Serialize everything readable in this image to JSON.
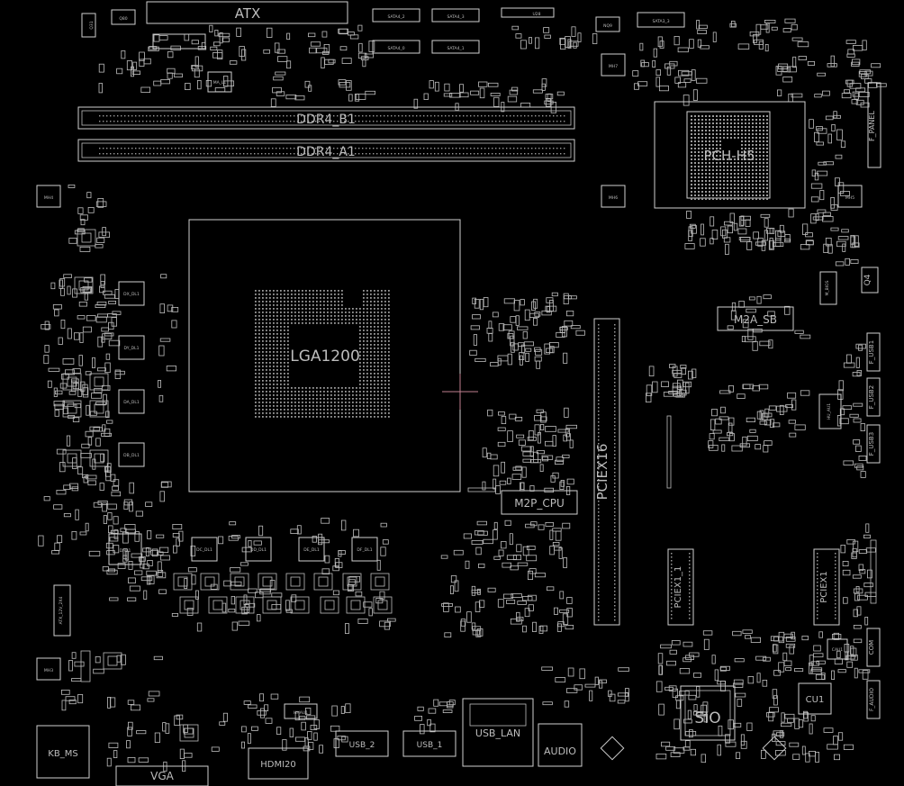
{
  "colors": {
    "background": "#000000",
    "outline": "#cfcfcf",
    "text": "#bcbcbc",
    "crosshair": "#c08090"
  },
  "labels": {
    "atx": "ATX",
    "sata4_2": "SATA4_2",
    "sata4_3": "SATA4_3",
    "sata4_0": "SATA4_0",
    "sata4_1": "SATA4_1",
    "sata3_3": "SATA3_3",
    "q31": "Q31",
    "q80": "Q80",
    "q35": "Q35",
    "q4_top": "U28",
    "nq9": "NQ9",
    "mh7": "MH7",
    "mh6": "MH6",
    "mh4": "MH4",
    "mh5": "MH5",
    "mh3": "MH3",
    "ddr4_b1": "DDR4_B1",
    "ddr4_a1": "DDR4_A1",
    "pch": "PCH-H5",
    "f_panel": "F_PANEL",
    "socket": "LGA1200",
    "m2a_sb": "M2A_SB",
    "m2p_cpu": "M2P_CPU",
    "pciex16": "PCIEX16",
    "pciex1_1": "PCIEX1_1",
    "pciex1_2": "PCIEX1",
    "f_usb1": "F_USB1",
    "f_usb2": "F_USB2",
    "f_usb3": "F_USB3",
    "q4": "Q4",
    "m_bios": "M_BIOS",
    "sio": "SIO",
    "cu1": "CU1",
    "com": "COM",
    "f_audio": "F_AUDIO",
    "usb_lan": "USB_LAN",
    "audio": "AUDIO",
    "usb2": "USB_2",
    "usb1": "USB_1",
    "hdmi": "HDMI20",
    "vga": "VGA",
    "kb_ms": "KB_MS",
    "hhau1": "HHAU1",
    "dau1": "DAU1",
    "hu_au1": "HU_AU1",
    "cau1": "CAU1",
    "da_l1": "MA_L1",
    "dx_dl1": "DX_DL1",
    "dy_dl1": "DY_DL1",
    "da_dl1": "DA_DL1",
    "db_dl1": "DB_DL1",
    "dc_dl1": "DC_DL1",
    "dd_dl1": "DD_DL1",
    "de_dl1": "DE_DL1",
    "df_dl1": "DF_DL1",
    "bat": "BAT",
    "atx_12v": "ATX_12V_2X4"
  }
}
